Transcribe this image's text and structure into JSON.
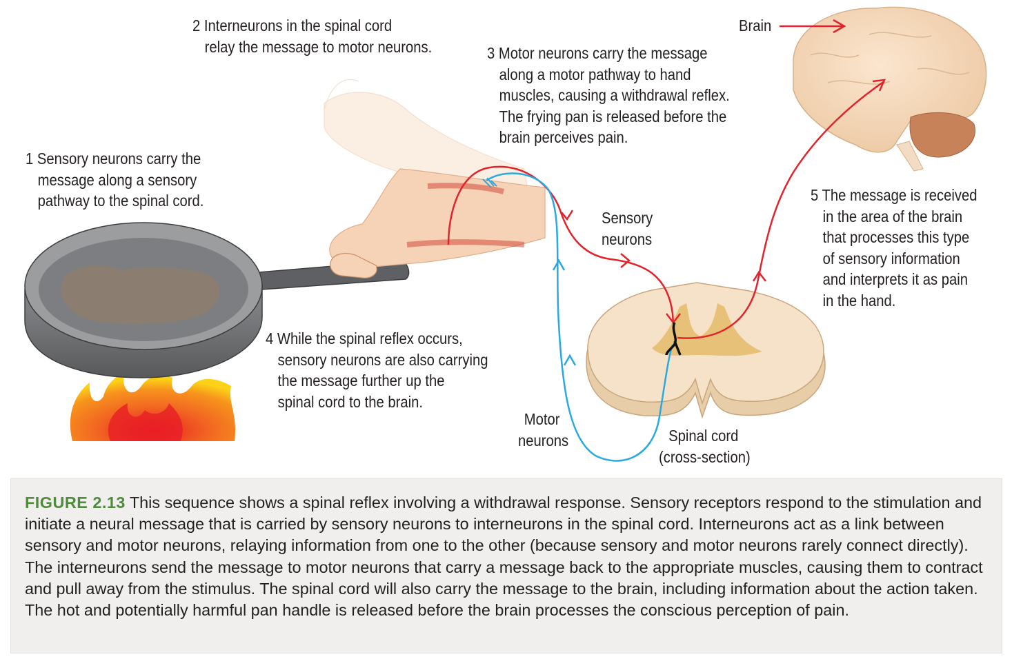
{
  "labels": {
    "step1": [
      "1 Sensory neurons carry the",
      "message along a sensory",
      "pathway to the spinal cord."
    ],
    "step2": [
      "2 Interneurons in the spinal cord",
      "relay the message to motor neurons."
    ],
    "step3": [
      "3 Motor neurons carry the message",
      "along a motor pathway to hand",
      "muscles, causing a withdrawal reflex.",
      "The frying pan is released before the",
      "brain perceives pain."
    ],
    "step4": [
      "4 While the spinal reflex occurs,",
      "sensory neurons are also carrying",
      "the message further up the",
      "spinal cord to the brain."
    ],
    "step5": [
      "5 The message is received",
      "in the area of the brain",
      "that processes this type",
      "of sensory information",
      "and interprets it as pain",
      "in the hand."
    ],
    "brain": "Brain",
    "sensory_neurons": [
      "Sensory",
      "neurons"
    ],
    "motor_neurons": [
      "Motor",
      "neurons"
    ],
    "spinal_cord": [
      "Spinal cord",
      "(cross-section)"
    ]
  },
  "caption": {
    "figure_label": "FIGURE 2.13",
    "text": "This sequence shows a spinal reflex involving a withdrawal response. Sensory receptors respond to the stimulation and initiate a neural message that is carried by sensory neurons to interneurons in the spinal cord. Interneurons act as a link between sensory and motor neurons, relaying information from one to the other (because sensory and motor neurons rarely connect directly). The interneurons send the message to motor neurons that carry a message back to the appropriate muscles, causing them to contract and pull away from the stimulus. The spinal cord will also carry the message to the brain, including information about the action taken. The hot and potentially harmful pan handle is released before the brain processes the conscious perception of pain."
  },
  "colors": {
    "sensory_pathway": "#e3222b",
    "motor_pathway": "#29a9e0",
    "figure_label": "#4e8b3a",
    "caption_background": "#f0efee",
    "skin": "#f6d3b6",
    "pan": "#6d6e71",
    "flame": "#f26522"
  }
}
